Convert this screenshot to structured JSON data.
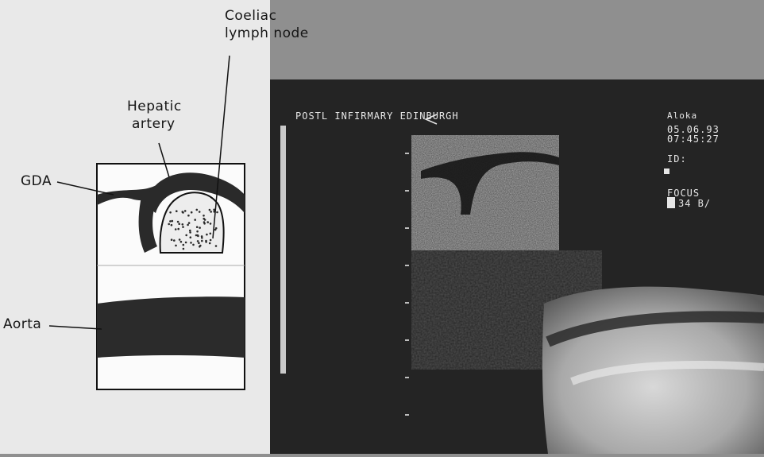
{
  "figure": {
    "labels": {
      "coeliac_lymph_node": [
        "Coeliac",
        "lymph node"
      ],
      "hepatic_artery": [
        "Hepatic",
        "artery"
      ],
      "gda": "GDA",
      "aorta": "Aorta"
    }
  },
  "ultrasound": {
    "header": "POSTL INFIRMARY EDINBURGH",
    "brand": "Aloka",
    "date": "05.06.93",
    "time": "07:45:27",
    "id_label": "ID:",
    "focus_label": "FOCUS",
    "focus_value": "34 B/"
  }
}
